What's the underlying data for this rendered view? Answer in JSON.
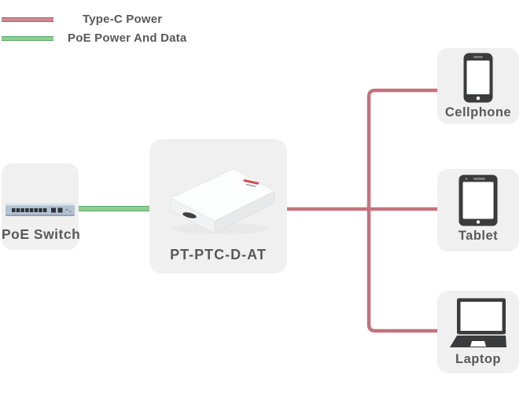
{
  "legend": {
    "items": [
      {
        "label": "Type-C Power",
        "color": "#c4737e",
        "icon": "typec-line-swatch"
      },
      {
        "label": "PoE Power And Data",
        "color": "#7cc282",
        "icon": "poe-line-swatch"
      }
    ]
  },
  "nodes": {
    "poe_switch": {
      "label": "PoE Switch",
      "icon": "poe-switch-icon"
    },
    "injector": {
      "label": "PT-PTC-D-AT",
      "icon": "usb-c-pd-injector-device-icon"
    },
    "cellphone": {
      "label": "Cellphone",
      "icon": "cellphone-icon"
    },
    "tablet": {
      "label": "Tablet",
      "icon": "tablet-icon"
    },
    "laptop": {
      "label": "Laptop",
      "icon": "laptop-icon"
    }
  },
  "connections": [
    {
      "from": "PoE Switch",
      "to": "PT-PTC-D-AT",
      "type": "PoE Power And Data",
      "color": "#7cc282"
    },
    {
      "from": "PT-PTC-D-AT",
      "to": "Cellphone",
      "type": "Type-C Power",
      "color": "#c4737e"
    },
    {
      "from": "PT-PTC-D-AT",
      "to": "Tablet",
      "type": "Type-C Power",
      "color": "#c4737e"
    },
    {
      "from": "PT-PTC-D-AT",
      "to": "Laptop",
      "type": "Type-C Power",
      "color": "#c4737e"
    }
  ],
  "colors": {
    "text": "#58595b",
    "node_background": "#f0f0f0",
    "typec_line": "#c4737e",
    "poe_line": "#7cc282"
  }
}
